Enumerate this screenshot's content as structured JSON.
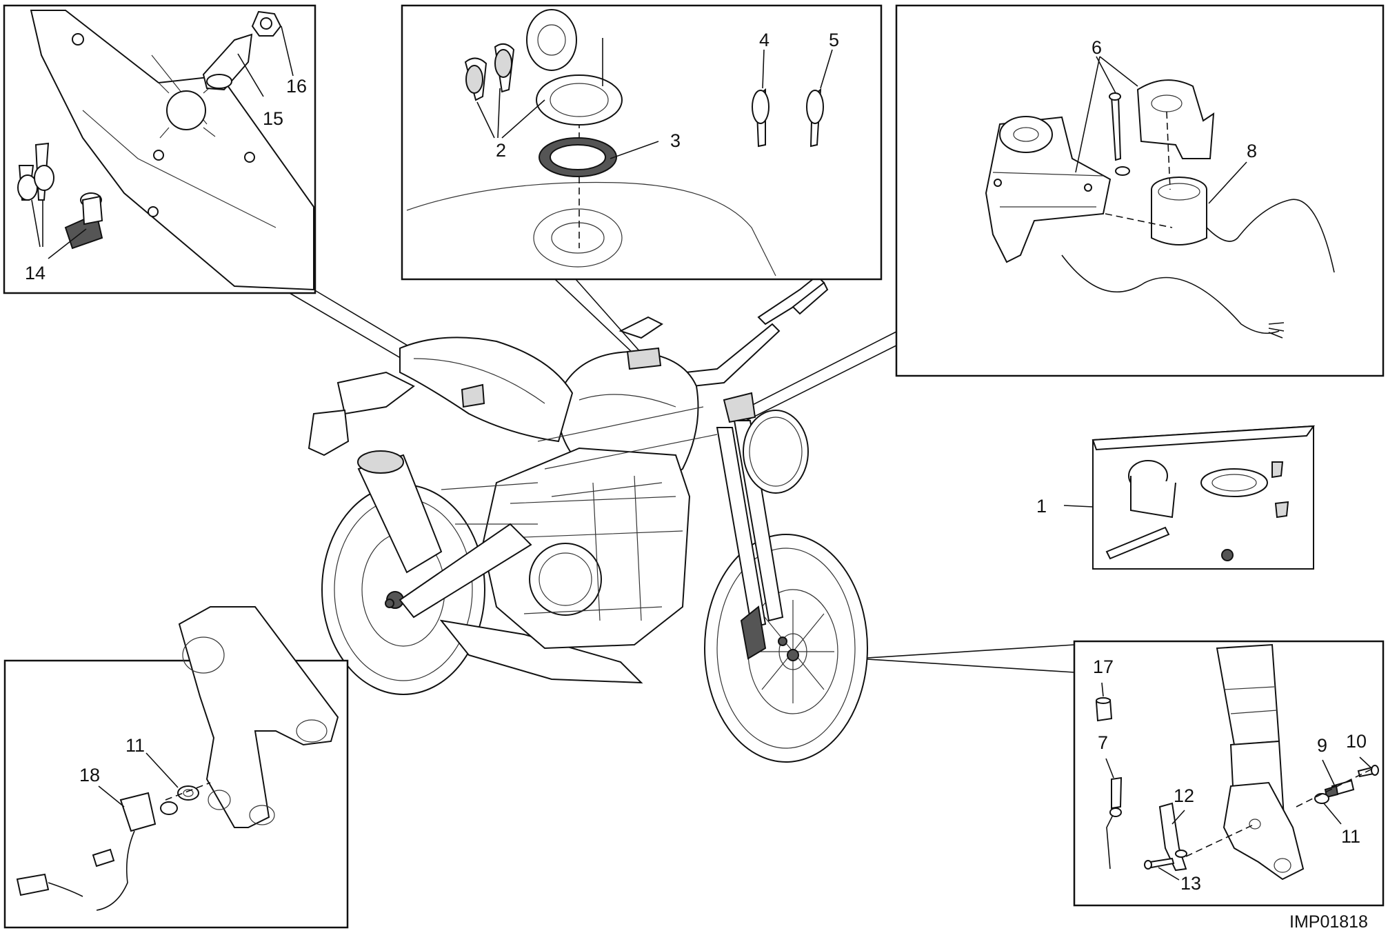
{
  "reference_code": "IMP01818",
  "callouts": {
    "c1": "1",
    "c2": "2",
    "c3": "3",
    "c4": "4",
    "c5": "5",
    "c6": "6",
    "c7": "7",
    "c8": "8",
    "c9": "9",
    "c10": "10",
    "c11_rear": "11",
    "c11_front": "11",
    "c12": "12",
    "c13": "13",
    "c14": "14",
    "c15": "15",
    "c16": "16",
    "c17": "17",
    "c18": "18"
  }
}
